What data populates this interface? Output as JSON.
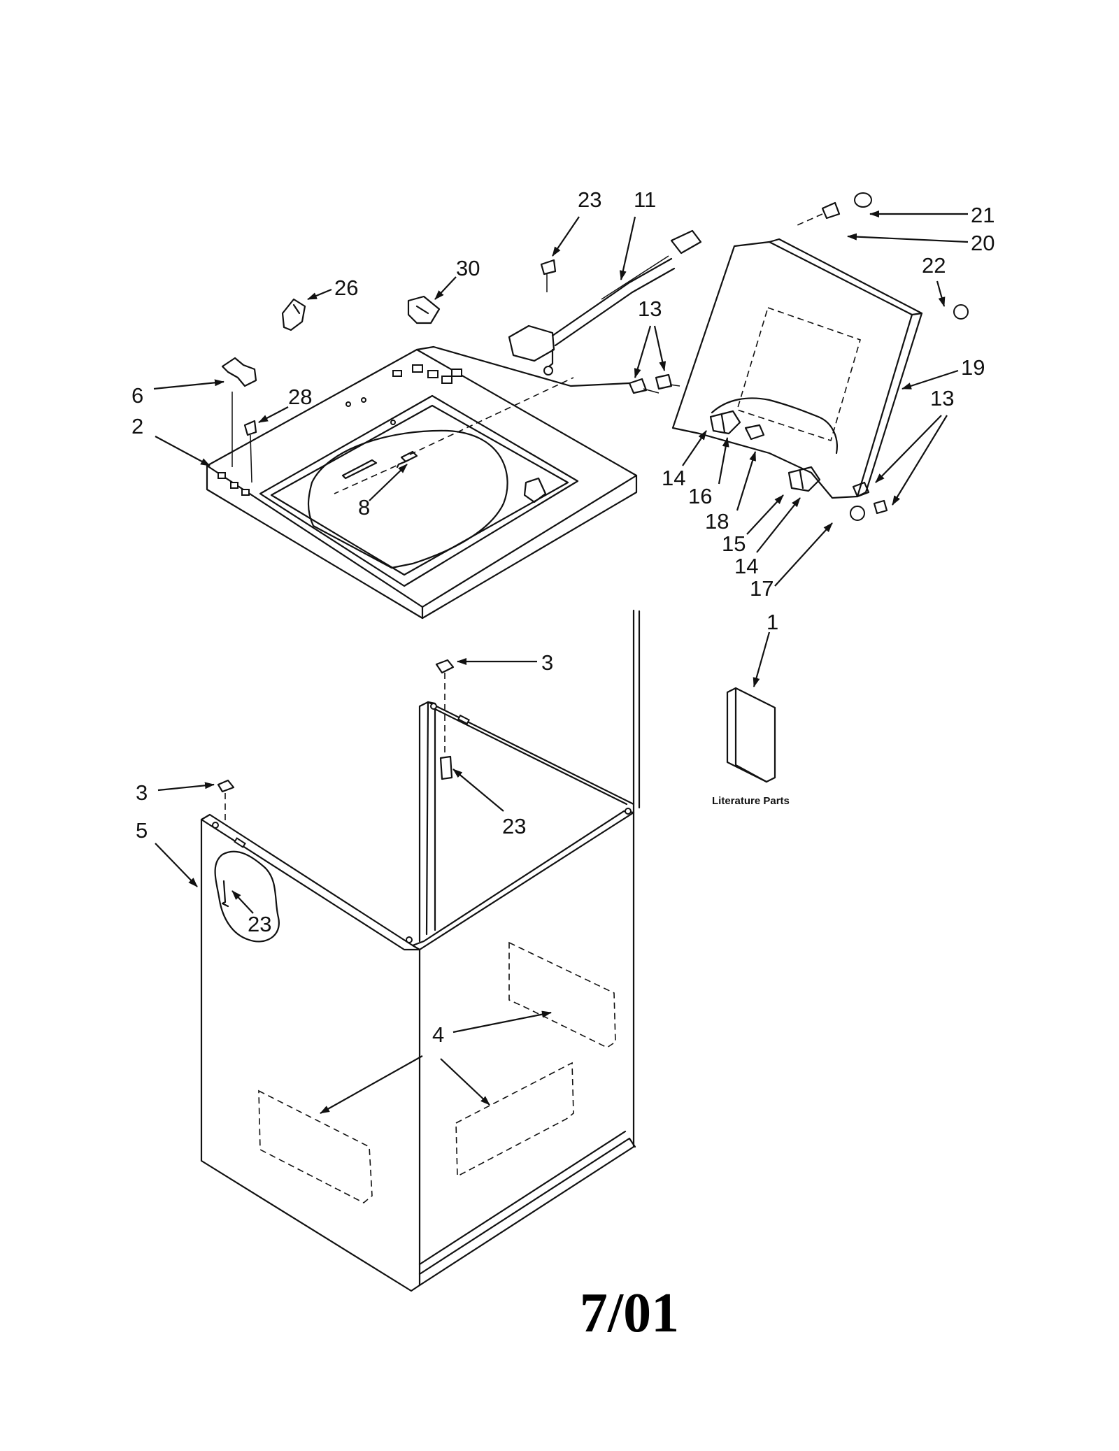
{
  "diagram": {
    "callouts": [
      "1",
      "2",
      "3",
      "3",
      "4",
      "5",
      "6",
      "8",
      "11",
      "13",
      "13",
      "14",
      "14",
      "15",
      "16",
      "17",
      "18",
      "19",
      "20",
      "21",
      "22",
      "23",
      "23",
      "23",
      "26",
      "28",
      "30"
    ],
    "literature_label": "Literature Parts",
    "date_code": "7/01"
  }
}
